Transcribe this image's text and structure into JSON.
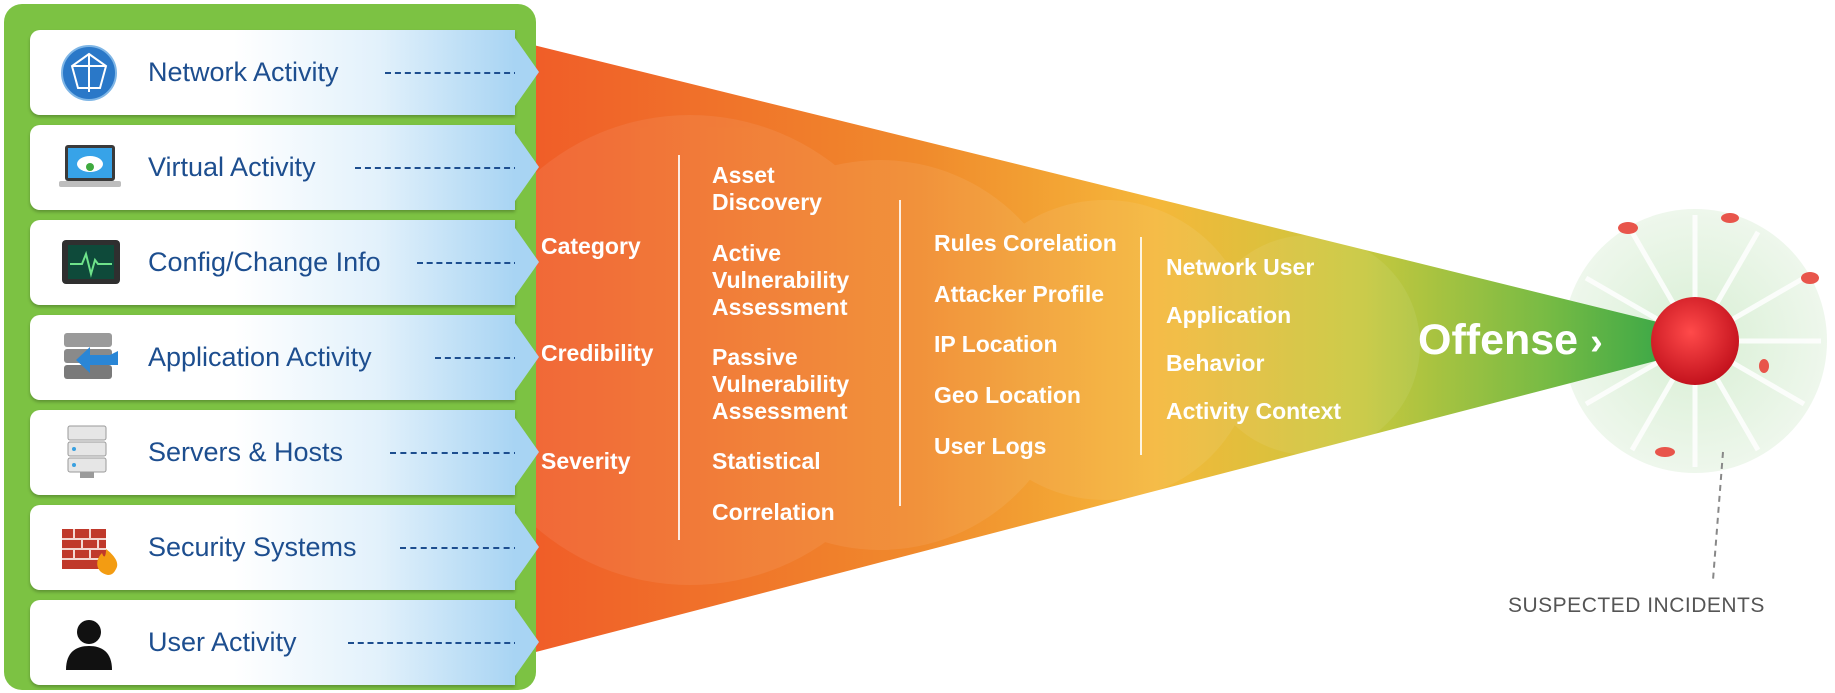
{
  "sources": [
    {
      "label": "Network Activity",
      "icon": "globe-icon"
    },
    {
      "label": "Virtual Activity",
      "icon": "laptop-cloud-icon"
    },
    {
      "label": "Config/Change Info",
      "icon": "monitor-pulse-icon"
    },
    {
      "label": "Application Activity",
      "icon": "database-arrow-icon"
    },
    {
      "label": "Servers & Hosts",
      "icon": "server-icon"
    },
    {
      "label": "Security Systems",
      "icon": "firewall-icon"
    },
    {
      "label": "User Activity",
      "icon": "user-icon"
    }
  ],
  "columns": {
    "col1": [
      "Category",
      "Credibility",
      "Severity"
    ],
    "col2": [
      "Asset\nDiscovery",
      "Active\nVulnerability\nAssessment",
      "Passive\nVulnerability\nAssessment",
      "Statistical",
      "Correlation"
    ],
    "col3": [
      "Rules Corelation",
      "Attacker Profile",
      "IP Location",
      "Geo Location",
      "User Logs"
    ],
    "col4": [
      "Network User",
      "Application",
      "Behavior",
      "Activity Context"
    ]
  },
  "offense_label": "Offense",
  "offense_arrow": "›",
  "incidents_label": "SUSPECTED INCIDENTS",
  "colors": {
    "panel": "#7cc243",
    "label": "#1d4e8f",
    "funnel_start": "#f05a28",
    "funnel_mid": "#f7b733",
    "funnel_end": "#3daa47",
    "incident": "#e01e2a"
  }
}
